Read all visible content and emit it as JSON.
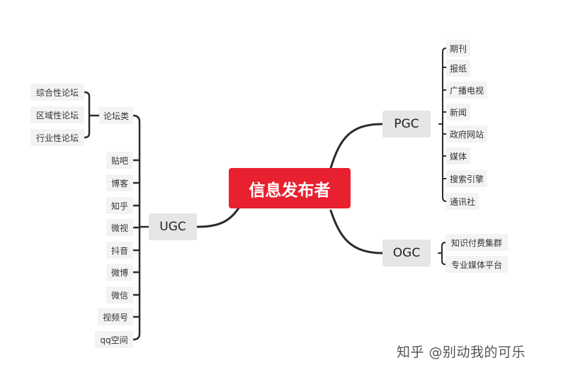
{
  "central": "信息发布者",
  "branches": {
    "pgc": {
      "label": "PGC",
      "items": [
        "期刊",
        "报纸",
        "广播电视",
        "新闻",
        "政府网站",
        "媒体",
        "搜索引擎",
        "通讯社"
      ]
    },
    "ogc": {
      "label": "OGC",
      "items": [
        "知识付费集群",
        "专业媒体平台"
      ]
    },
    "ugc": {
      "label": "UGC",
      "items": [
        "论坛类",
        "贴吧",
        "博客",
        "知乎",
        "微视",
        "抖音",
        "微博",
        "微信",
        "视频号",
        "qq空间"
      ],
      "forum": {
        "items": [
          "综合性论坛",
          "区域性论坛",
          "行业性论坛"
        ]
      }
    }
  },
  "watermark": "知乎 @别动我的可乐",
  "colors": {
    "central_bg": "#e8202f",
    "branch_bg": "#e6e6e6",
    "leaf_bg": "#f3f3f3",
    "connector": "#2b2b2b"
  }
}
